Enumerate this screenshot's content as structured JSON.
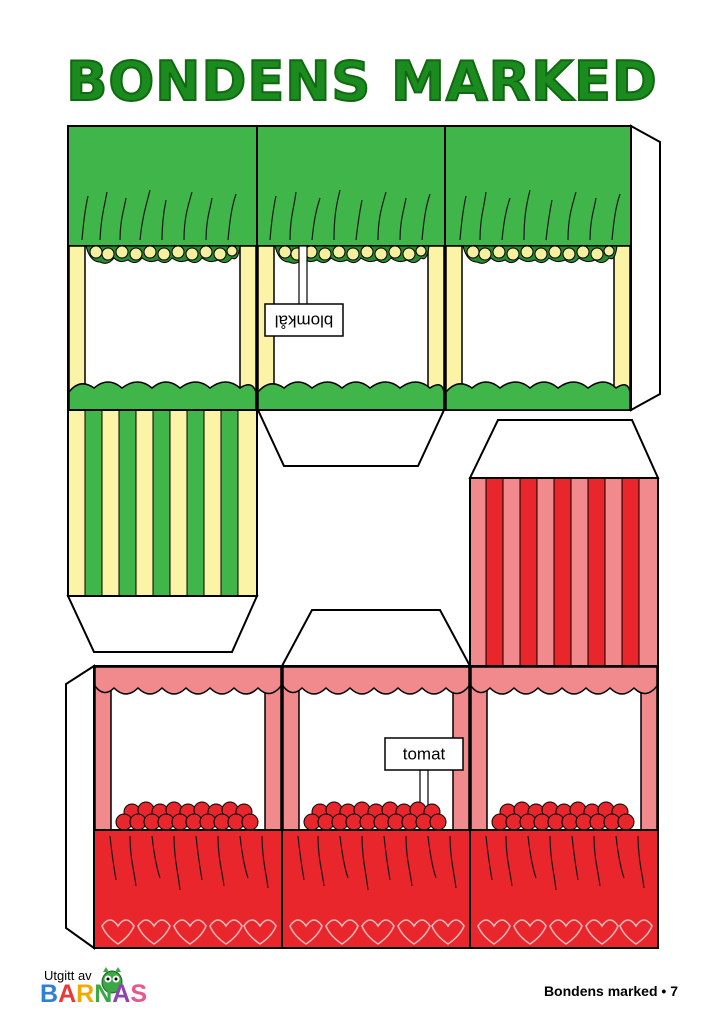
{
  "page": {
    "title": "BONDENS MARKED",
    "footer": "Bondens marked • 7"
  },
  "publisher": {
    "prefix": "Utgitt av",
    "letters": [
      "B",
      "A",
      "R",
      "N",
      "A",
      "S"
    ],
    "letter_colors": [
      "#2e7fd8",
      "#e63b3b",
      "#f2a900",
      "#3aa845",
      "#8e44ad",
      "#e9578c"
    ],
    "mascot": "green-owl-mascot"
  },
  "stalls": {
    "green": {
      "sign": "blomkål",
      "produce": "cauliflower",
      "colors": {
        "main": "#3fb54a",
        "stripe": "#fbf3a5",
        "produce": "#f5f0a0"
      }
    },
    "red": {
      "sign": "tomat",
      "produce": "tomatoes",
      "colors": {
        "main": "#e8262c",
        "stripe": "#f08a8c",
        "produce": "#e8262c"
      }
    }
  },
  "colors": {
    "title": "#1b8a1f",
    "title_outline": "#0f6a0f"
  }
}
